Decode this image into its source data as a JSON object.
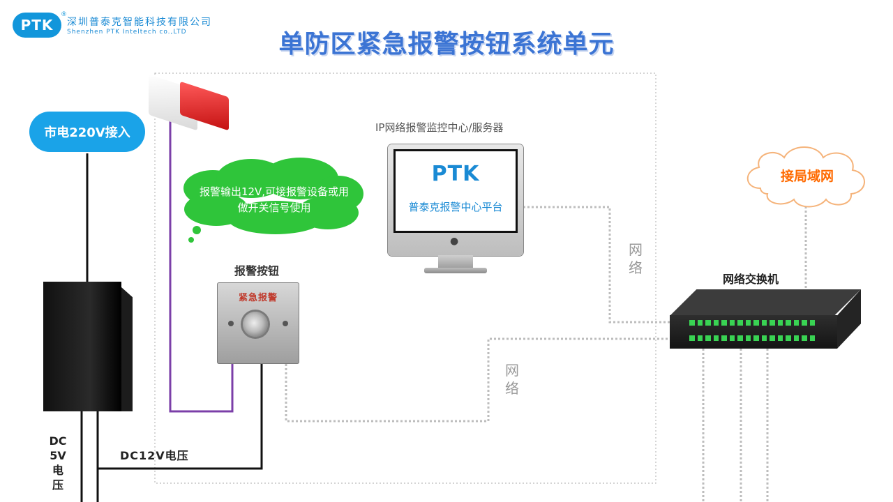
{
  "header": {
    "logo_badge": "PTK",
    "logo_reg": "®",
    "company_cn": "深圳普泰克智能科技有限公司",
    "company_en": "Shenzhen PTK Inteltech co.,LTD",
    "title": "单防区紧急报警按钮系统单元"
  },
  "labels": {
    "mains": "市电220V接入",
    "dc5_lines": [
      "DC",
      "5V",
      "电",
      "压"
    ],
    "dc12": "DC12V电压",
    "alarm_output": "报警输出12V,可接报警设备或用做开关信号使用",
    "alarm_button": "报警按钮",
    "panel_text": "紧急报警",
    "server": "IP网络报警监控中心/服务器",
    "screen_brand": "PTK",
    "screen_platform": "普泰克报警中心平台",
    "lan": "接局域网",
    "switch": "网络交换机",
    "network_1": "网络",
    "network_2": "网络"
  },
  "icons": {
    "strobe": "strobe-siren-icon",
    "apple": "apple-logo-icon"
  },
  "colors": {
    "title": "#3b74d4",
    "mains_bubble": "#1aa3e8",
    "green_bubble": "#2fc53a",
    "lan_text": "#ff6a00",
    "purple_wire": "#7b3fa8",
    "network_dotted": "#bdbdbd",
    "switch_led": "#39d353"
  }
}
